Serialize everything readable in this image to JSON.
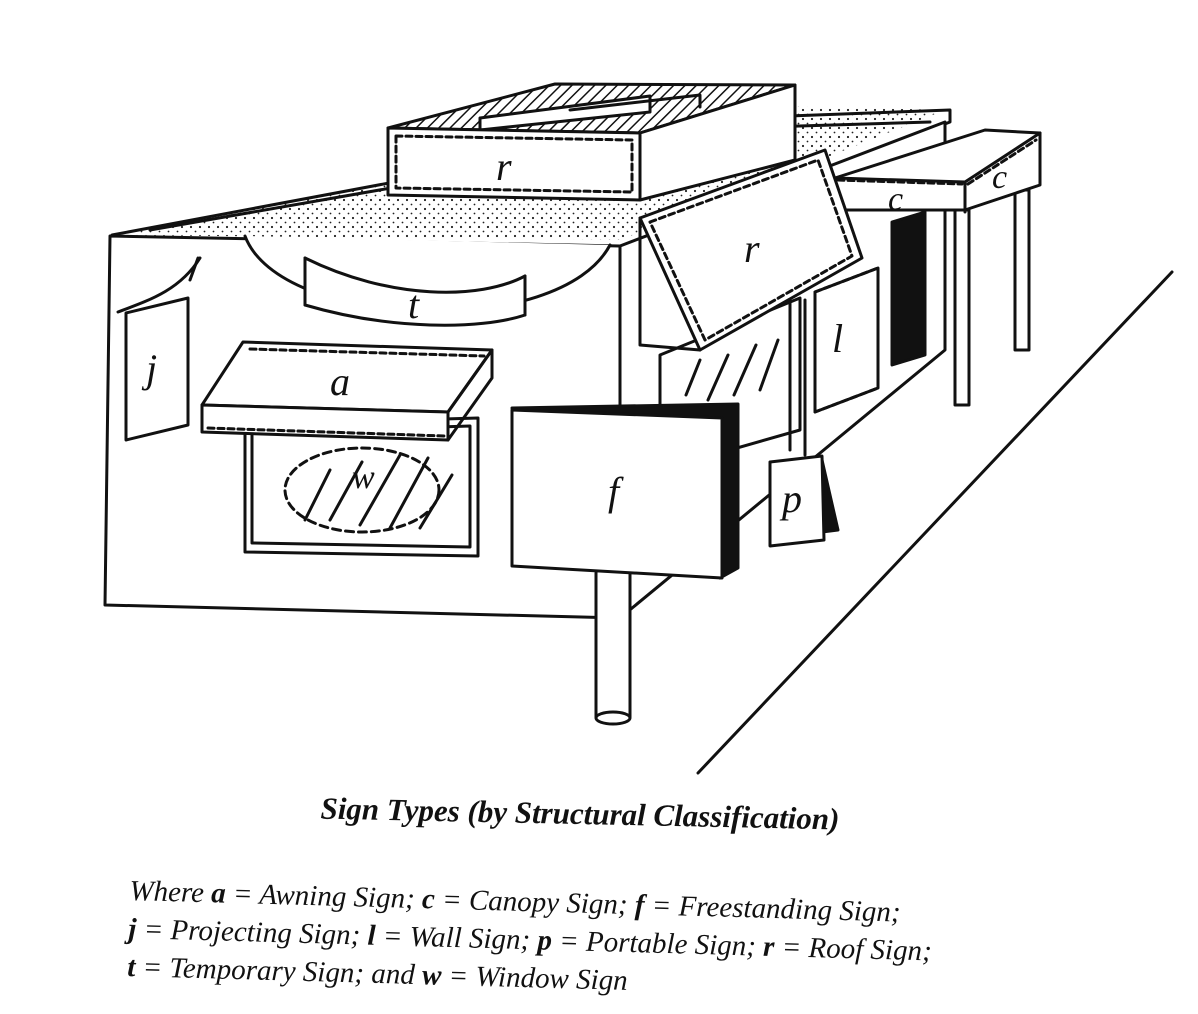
{
  "caption": {
    "title": "Sign Types (by Structural Classification)"
  },
  "legend": {
    "intro": "Where",
    "closing": "and",
    "entries": [
      {
        "code": "a",
        "name": "Awning Sign"
      },
      {
        "code": "c",
        "name": "Canopy Sign"
      },
      {
        "code": "f",
        "name": "Freestanding Sign"
      },
      {
        "code": "j",
        "name": "Projecting Sign"
      },
      {
        "code": "l",
        "name": "Wall Sign"
      },
      {
        "code": "p",
        "name": "Portable Sign"
      },
      {
        "code": "r",
        "name": "Roof Sign"
      },
      {
        "code": "t",
        "name": "Temporary Sign"
      },
      {
        "code": "w",
        "name": "Window Sign"
      }
    ]
  },
  "labels": {
    "roof_top": "r",
    "roof_angled": "r",
    "canopy_left": "c",
    "canopy_right": "c",
    "temporary": "t",
    "projecting": "j",
    "awning": "a",
    "window": "w",
    "freestanding": "f",
    "portable": "p",
    "wall": "l"
  }
}
